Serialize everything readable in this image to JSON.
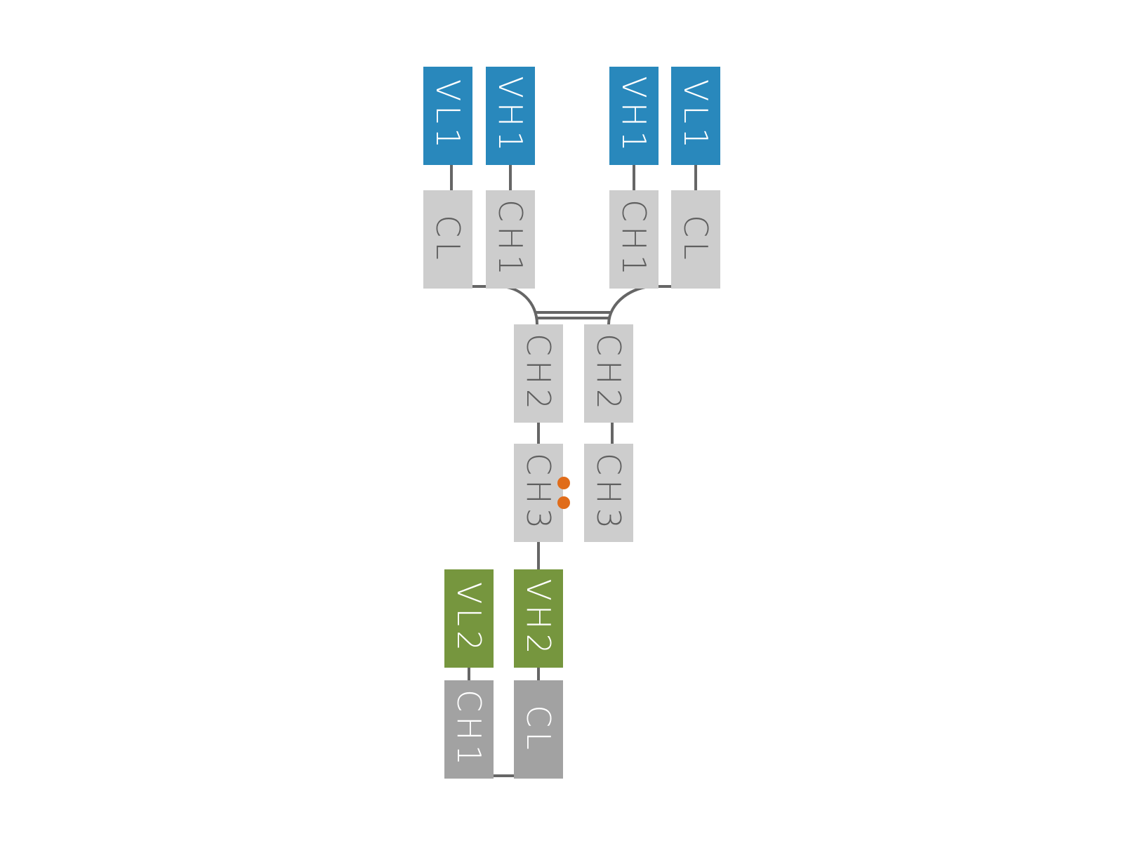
{
  "diagram": {
    "domains": {
      "heavy1_vl1": "VL1",
      "heavy1_vh1": "VH1",
      "heavy1_cl": "CL",
      "heavy1_ch1": "CH1",
      "heavy2_vh1": "VH1",
      "heavy2_vl1": "VL1",
      "heavy2_ch1": "CH1",
      "heavy2_cl": "CL",
      "fc_left_ch2": "CH2",
      "fc_right_ch2": "CH2",
      "fc_left_ch3": "CH3",
      "fc_right_ch3": "CH3",
      "fused_vl2": "VL2",
      "fused_vh2": "VH2",
      "fused_ch1": "CH1",
      "fused_cl": "CL"
    },
    "colors": {
      "variable_domain_1": "#2988bc",
      "constant_domain": "#cdcdcd",
      "variable_domain_2": "#76963e",
      "fused_constant_domain": "#a2a2a2",
      "connector": "#666666",
      "knob_into_hole_marker": "#e06c1a"
    }
  }
}
